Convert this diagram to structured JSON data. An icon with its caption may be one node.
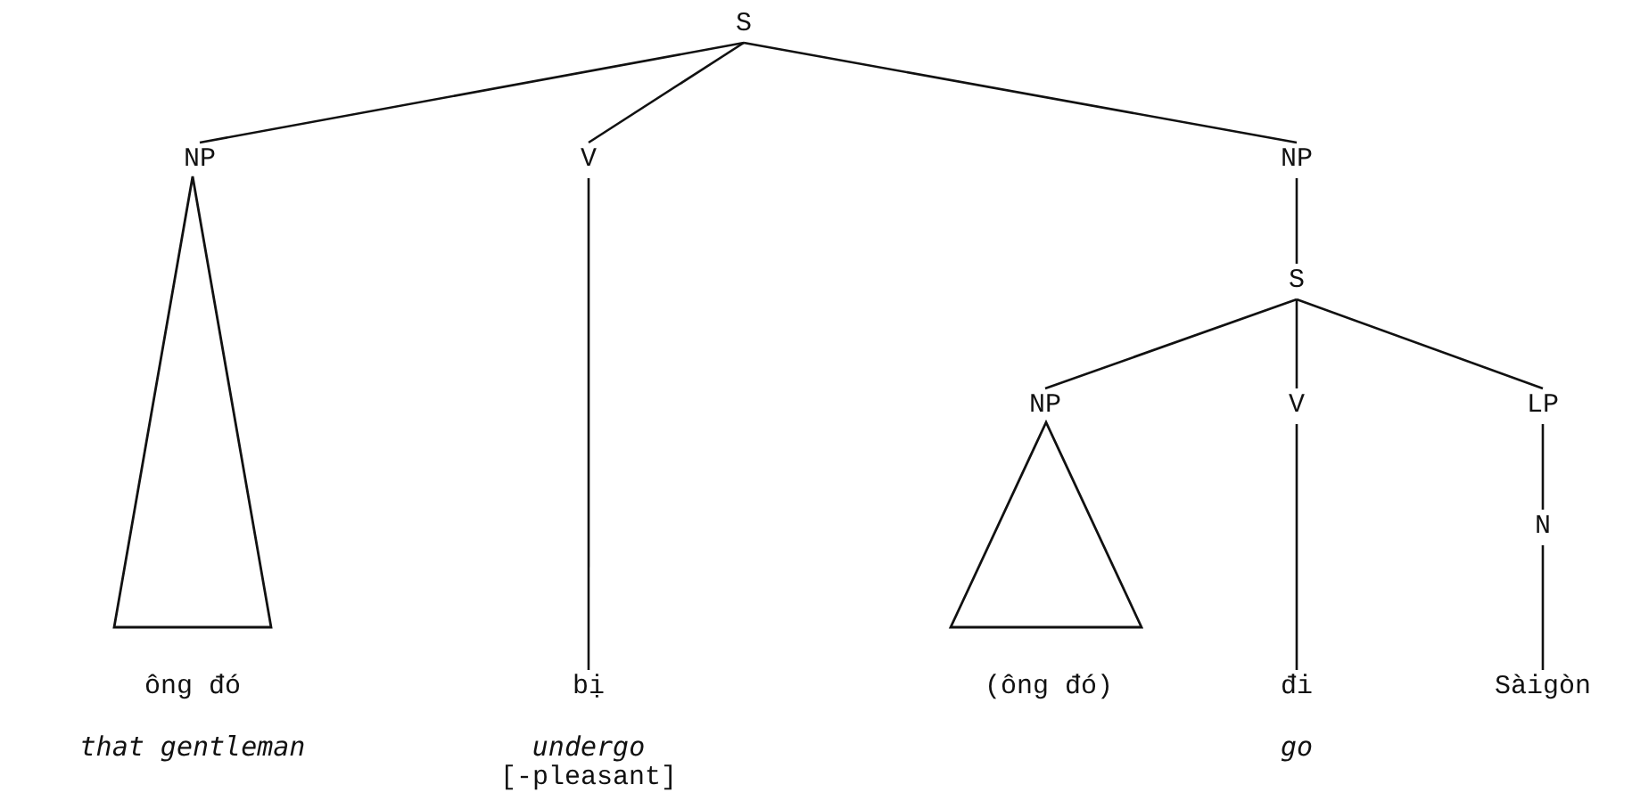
{
  "diagram": {
    "nodes": [
      {
        "text": [
          "S"
        ]
      },
      {
        "text": [
          "NP"
        ]
      },
      {
        "text": [
          "V"
        ]
      },
      {
        "text": [
          "NP"
        ]
      },
      {
        "text": [],
        "shape": "triangle"
      },
      {
        "text": [
          "S"
        ]
      },
      {
        "text": [
          "NP"
        ]
      },
      {
        "text": [
          "V"
        ]
      },
      {
        "text": [
          "LP"
        ]
      },
      {
        "text": [],
        "shape": "triangle"
      },
      {
        "text": [
          "N"
        ]
      },
      {
        "text": [
          "ông đó"
        ],
        "beside": [
          "that gentleman"
        ]
      },
      {
        "text": [
          "bị"
        ],
        "beside": [
          "undergo",
          "[-pleasant]"
        ]
      },
      {
        "text": [
          "(ông đó)"
        ]
      },
      {
        "text": [
          "đi"
        ],
        "beside": [
          "go"
        ]
      },
      {
        "text": [
          "Sàigòn"
        ]
      }
    ],
    "edges": [
      {
        "from": 0,
        "to": 1,
        "arrow": "none"
      },
      {
        "from": 0,
        "to": 2,
        "arrow": "none"
      },
      {
        "from": 0,
        "to": 3,
        "arrow": "none"
      },
      {
        "from": 2,
        "to": 12,
        "arrow": "none"
      },
      {
        "from": 3,
        "to": 5,
        "arrow": "none"
      },
      {
        "from": 5,
        "to": 6,
        "arrow": "none"
      },
      {
        "from": 5,
        "to": 7,
        "arrow": "none"
      },
      {
        "from": 5,
        "to": 8,
        "arrow": "none"
      },
      {
        "from": 7,
        "to": 14,
        "arrow": "none"
      },
      {
        "from": 8,
        "to": 10,
        "arrow": "none"
      },
      {
        "from": 10,
        "to": 15,
        "arrow": "none"
      }
    ]
  }
}
